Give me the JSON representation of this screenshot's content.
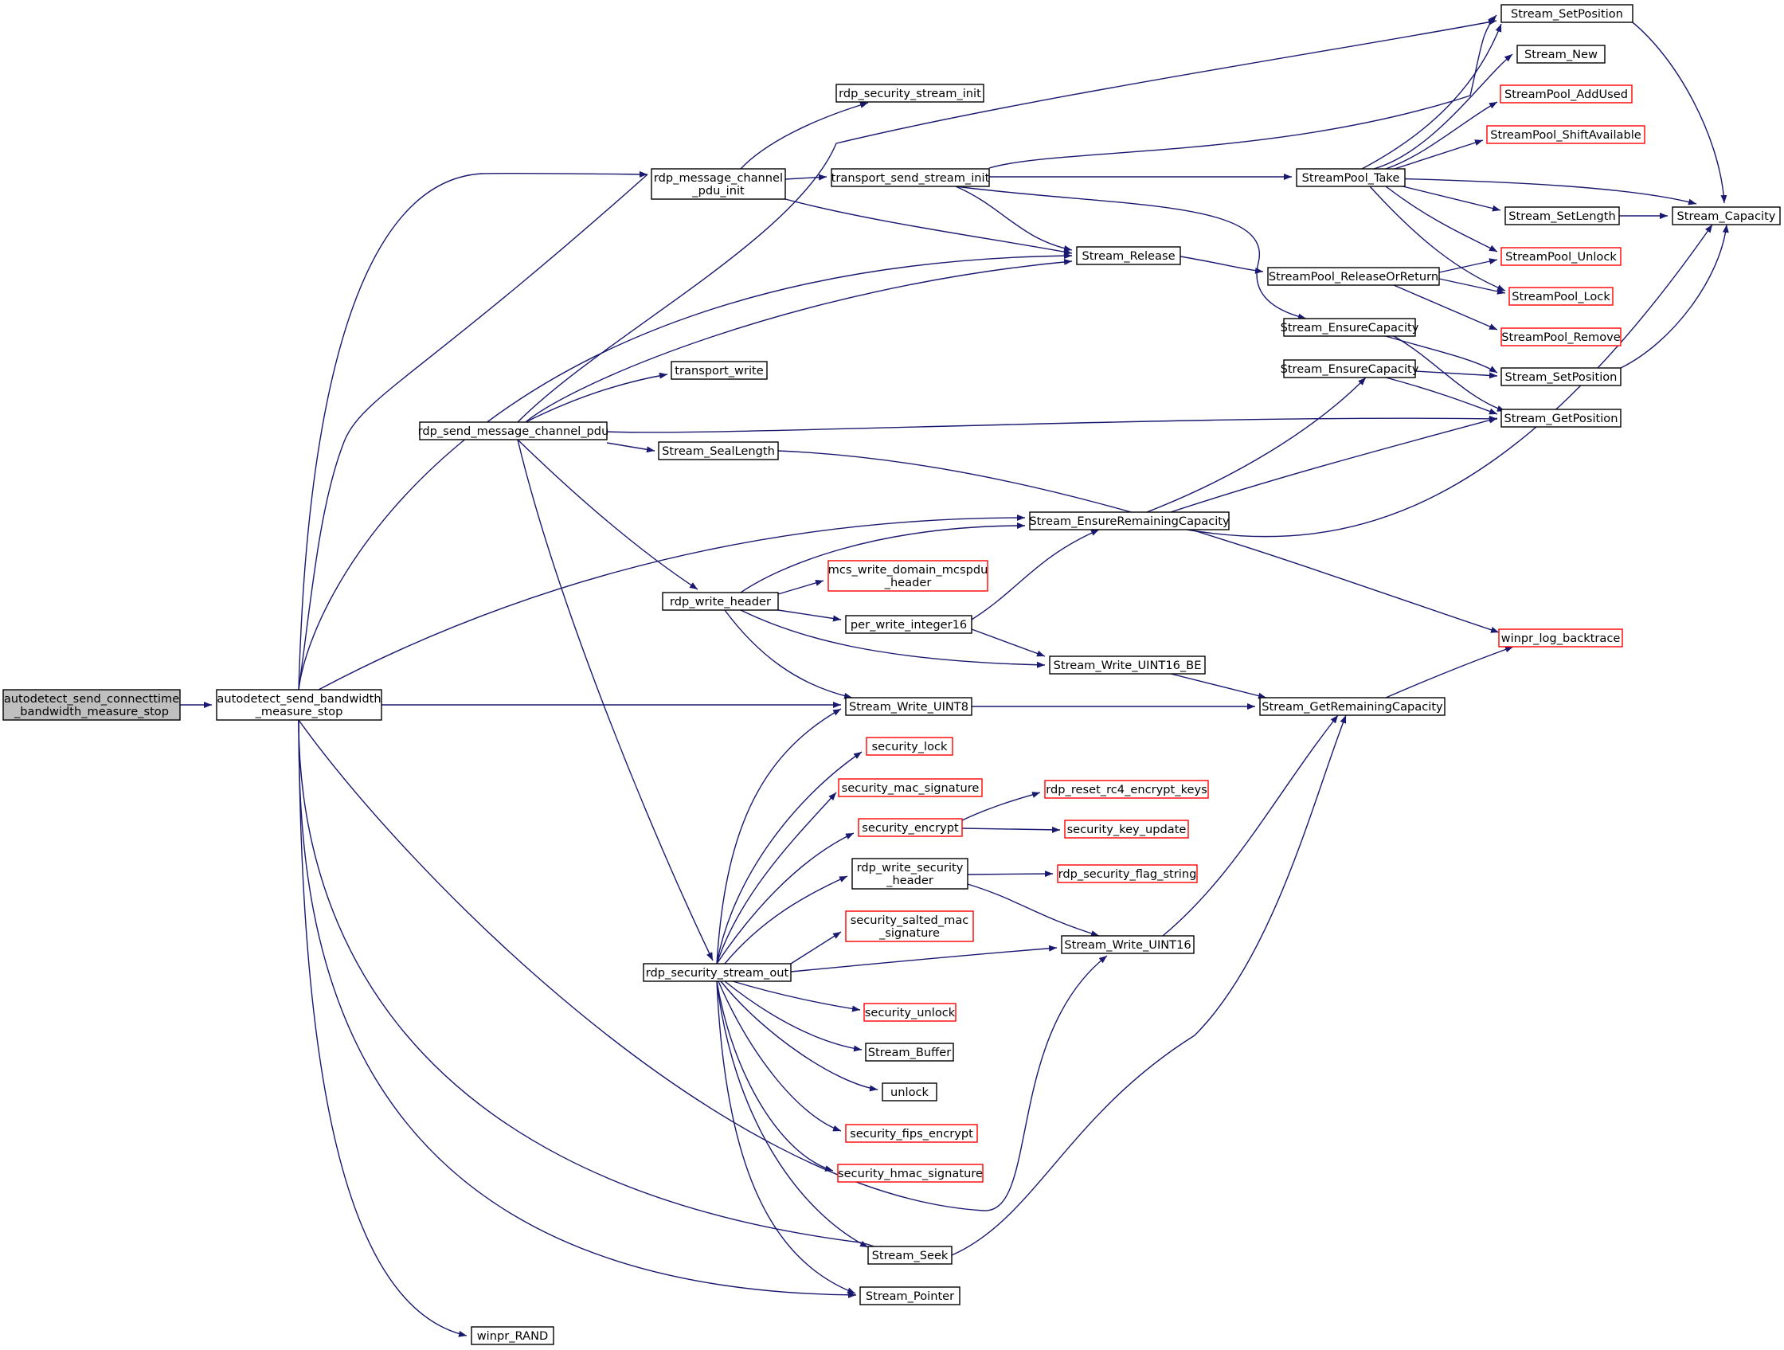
{
  "diagram": {
    "type": "call-graph",
    "colors": {
      "edge": "#191970",
      "node_border": "#000000",
      "node_border_undocumented": "#ff0000",
      "root_fill": "#bfbfbf"
    },
    "nodes": [
      {
        "id": "n0",
        "lines": [
          "autodetect_send_connecttime",
          "_bandwidth_measure_stop"
        ],
        "style": "root"
      },
      {
        "id": "n1",
        "lines": [
          "autodetect_send_bandwidth",
          "_measure_stop"
        ]
      },
      {
        "id": "n2",
        "lines": [
          "rdp_message_channel",
          "_pdu_init"
        ]
      },
      {
        "id": "n3",
        "lines": [
          "rdp_security_stream_init"
        ]
      },
      {
        "id": "n4",
        "lines": [
          "transport_send_stream_init"
        ]
      },
      {
        "id": "n5",
        "lines": [
          "Stream_SetPosition"
        ]
      },
      {
        "id": "n6",
        "lines": [
          "StreamPool_Take"
        ]
      },
      {
        "id": "n7",
        "lines": [
          "Stream_Capacity"
        ]
      },
      {
        "id": "n8",
        "lines": [
          "Stream_New"
        ]
      },
      {
        "id": "n9",
        "lines": [
          "StreamPool_AddUsed"
        ],
        "style": "red"
      },
      {
        "id": "n10",
        "lines": [
          "StreamPool_ShiftAvailable"
        ],
        "style": "red"
      },
      {
        "id": "n11",
        "lines": [
          "Stream_SetLength"
        ]
      },
      {
        "id": "n12",
        "lines": [
          "StreamPool_Unlock"
        ],
        "style": "red"
      },
      {
        "id": "n13",
        "lines": [
          "StreamPool_Lock"
        ],
        "style": "red"
      },
      {
        "id": "n14",
        "lines": [
          "Stream_Release"
        ]
      },
      {
        "id": "n15",
        "lines": [
          "StreamPool_ReleaseOrReturn"
        ]
      },
      {
        "id": "n16",
        "lines": [
          "StreamPool_Remove"
        ],
        "style": "red"
      },
      {
        "id": "n17",
        "lines": [
          "Stream_EnsureCapacity"
        ]
      },
      {
        "id": "n18",
        "lines": [
          "Stream_EnsureCapacity"
        ]
      },
      {
        "id": "n19",
        "lines": [
          "Stream_SetPosition"
        ]
      },
      {
        "id": "n20",
        "lines": [
          "Stream_GetPosition"
        ]
      },
      {
        "id": "n21",
        "lines": [
          "transport_write"
        ]
      },
      {
        "id": "n22",
        "lines": [
          "rdp_send_message_channel_pdu"
        ]
      },
      {
        "id": "n23",
        "lines": [
          "Stream_SealLength"
        ]
      },
      {
        "id": "n24",
        "lines": [
          "Stream_EnsureRemainingCapacity"
        ]
      },
      {
        "id": "n25",
        "lines": [
          "winpr_log_backtrace"
        ],
        "style": "red"
      },
      {
        "id": "n26",
        "lines": [
          "mcs_write_domain_mcspdu",
          "_header"
        ],
        "style": "red"
      },
      {
        "id": "n27",
        "lines": [
          "rdp_write_header"
        ]
      },
      {
        "id": "n28",
        "lines": [
          "per_write_integer16"
        ]
      },
      {
        "id": "n29",
        "lines": [
          "Stream_Write_UINT16_BE"
        ]
      },
      {
        "id": "n30",
        "lines": [
          "Stream_Write_UINT8"
        ]
      },
      {
        "id": "n31",
        "lines": [
          "Stream_GetRemainingCapacity"
        ]
      },
      {
        "id": "n32",
        "lines": [
          "security_lock"
        ],
        "style": "red"
      },
      {
        "id": "n33",
        "lines": [
          "security_mac_signature"
        ],
        "style": "red"
      },
      {
        "id": "n34",
        "lines": [
          "rdp_reset_rc4_encrypt_keys"
        ],
        "style": "red"
      },
      {
        "id": "n35",
        "lines": [
          "security_encrypt"
        ],
        "style": "red"
      },
      {
        "id": "n36",
        "lines": [
          "security_key_update"
        ],
        "style": "red"
      },
      {
        "id": "n37",
        "lines": [
          "rdp_write_security",
          "_header"
        ]
      },
      {
        "id": "n38",
        "lines": [
          "rdp_security_flag_string"
        ],
        "style": "red"
      },
      {
        "id": "n39",
        "lines": [
          "security_salted_mac",
          "_signature"
        ],
        "style": "red"
      },
      {
        "id": "n40",
        "lines": [
          "Stream_Write_UINT16"
        ]
      },
      {
        "id": "n41",
        "lines": [
          "rdp_security_stream_out"
        ]
      },
      {
        "id": "n42",
        "lines": [
          "security_unlock"
        ],
        "style": "red"
      },
      {
        "id": "n43",
        "lines": [
          "Stream_Buffer"
        ]
      },
      {
        "id": "n44",
        "lines": [
          "unlock"
        ]
      },
      {
        "id": "n45",
        "lines": [
          "security_fips_encrypt"
        ],
        "style": "red"
      },
      {
        "id": "n46",
        "lines": [
          "security_hmac_signature"
        ],
        "style": "red"
      },
      {
        "id": "n47",
        "lines": [
          "Stream_Seek"
        ]
      },
      {
        "id": "n48",
        "lines": [
          "Stream_Pointer"
        ]
      },
      {
        "id": "n49",
        "lines": [
          "winpr_RAND"
        ]
      }
    ]
  }
}
